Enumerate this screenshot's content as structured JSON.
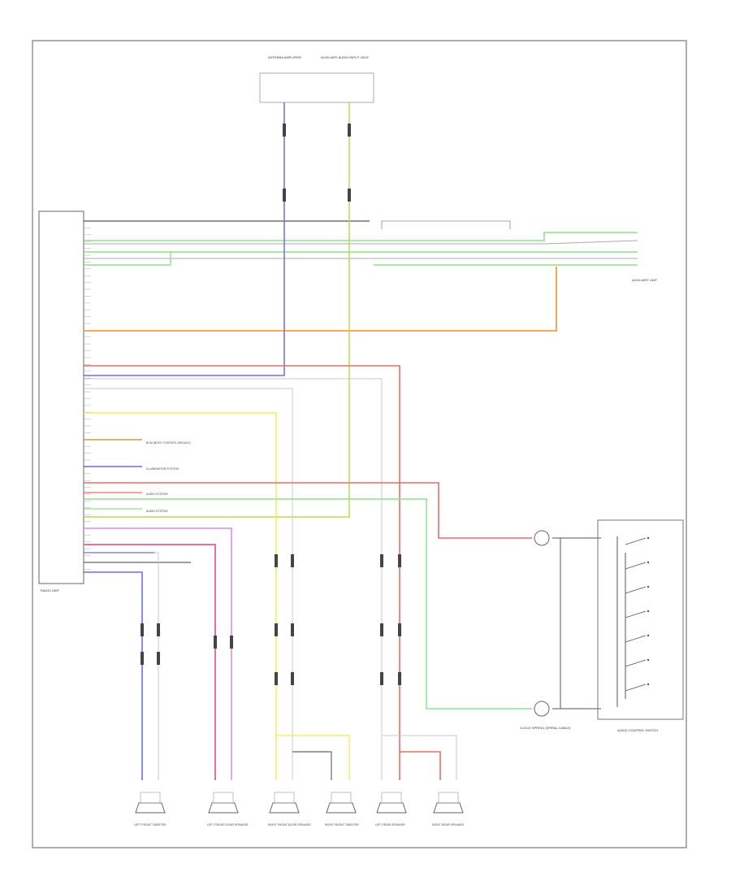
{
  "diagram": {
    "type": "wiring-schematic",
    "footer_code": "",
    "radio_unit_label": "RADIO UNIT",
    "top_components": [
      {
        "id": "antenna-amp",
        "label": "ANTENNA AMPLIFIER"
      },
      {
        "id": "auxiliary-jack",
        "label": "AUXILIARY AUDIO INPUT JACK"
      }
    ],
    "side_components": [
      {
        "id": "auxiliary-unit",
        "label": "AUXILIARY UNIT"
      },
      {
        "id": "clock-spring",
        "label": "CLOCK SPRING (SPIRAL CABLE)"
      },
      {
        "id": "audio-control-switch",
        "label": "AUDIO CONTROL SWITCH"
      }
    ],
    "speakers": [
      {
        "id": "lf-tweeter",
        "label": "LEFT FRONT TWEETER"
      },
      {
        "id": "lf-door-speaker",
        "label": "LEFT FRONT DOOR SPEAKER"
      },
      {
        "id": "rf-door-speaker",
        "label": "RIGHT FRONT DOOR SPEAKER"
      },
      {
        "id": "rf-tweeter",
        "label": "RIGHT FRONT TWEETER"
      },
      {
        "id": "lr-speaker",
        "label": "LEFT REAR SPEAKER"
      },
      {
        "id": "rr-speaker",
        "label": "RIGHT REAR SPEAKER"
      }
    ],
    "notes": [
      "BCM (BODY CONTROL MODULE)",
      "ILLUMINATION SYSTEM",
      "AUDIO SYSTEM"
    ],
    "wire_colors": {
      "blue": "#6d6df0",
      "yellowgreen": "#b9dc4e",
      "orange": "#f5a85a",
      "red": "#f06a6a",
      "pink": "#e5709a",
      "magenta": "#d88fe8",
      "yellow": "#f3ef62",
      "green": "#8fe08f",
      "gray": "#8a8a8a",
      "lightgray": "#c8c8c8",
      "black": "#444444"
    }
  }
}
